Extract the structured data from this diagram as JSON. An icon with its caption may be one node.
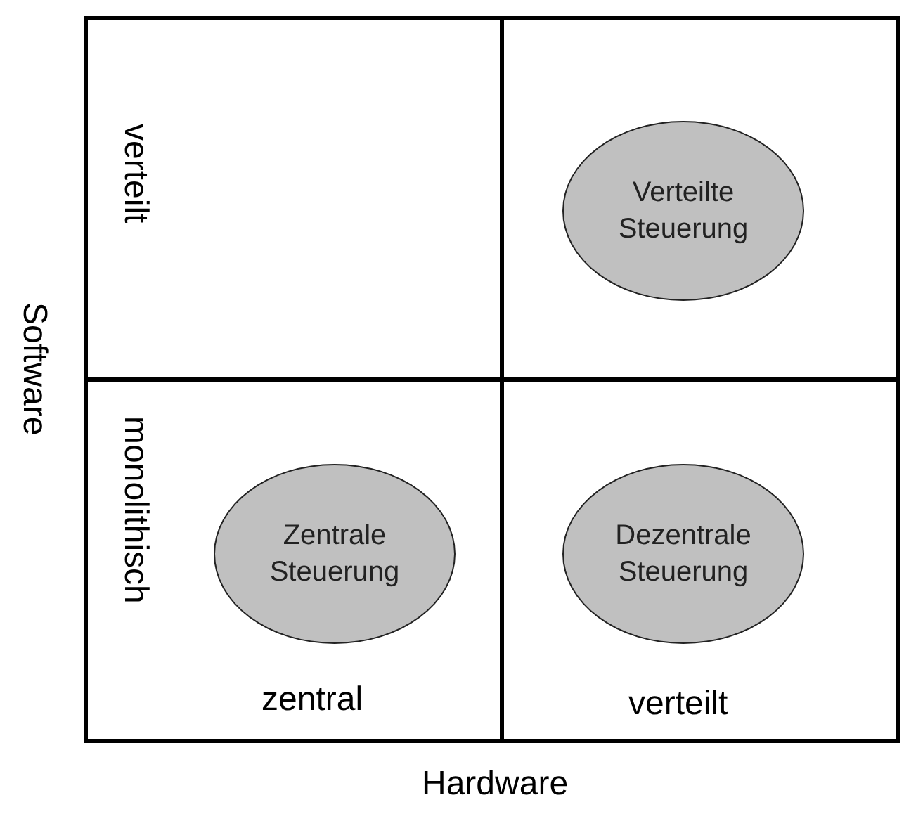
{
  "diagram": {
    "nodes": [
      {
        "text": [
          "Verteilte Steuerung"
        ]
      },
      {
        "text": [
          "Zentrale Steuerung"
        ]
      },
      {
        "text": [
          "Dezentrale Steuerung"
        ]
      }
    ],
    "labels": [
      "verteilt",
      "monolithisch",
      "zentral",
      "verteilt",
      "Software",
      "Hardware"
    ]
  }
}
